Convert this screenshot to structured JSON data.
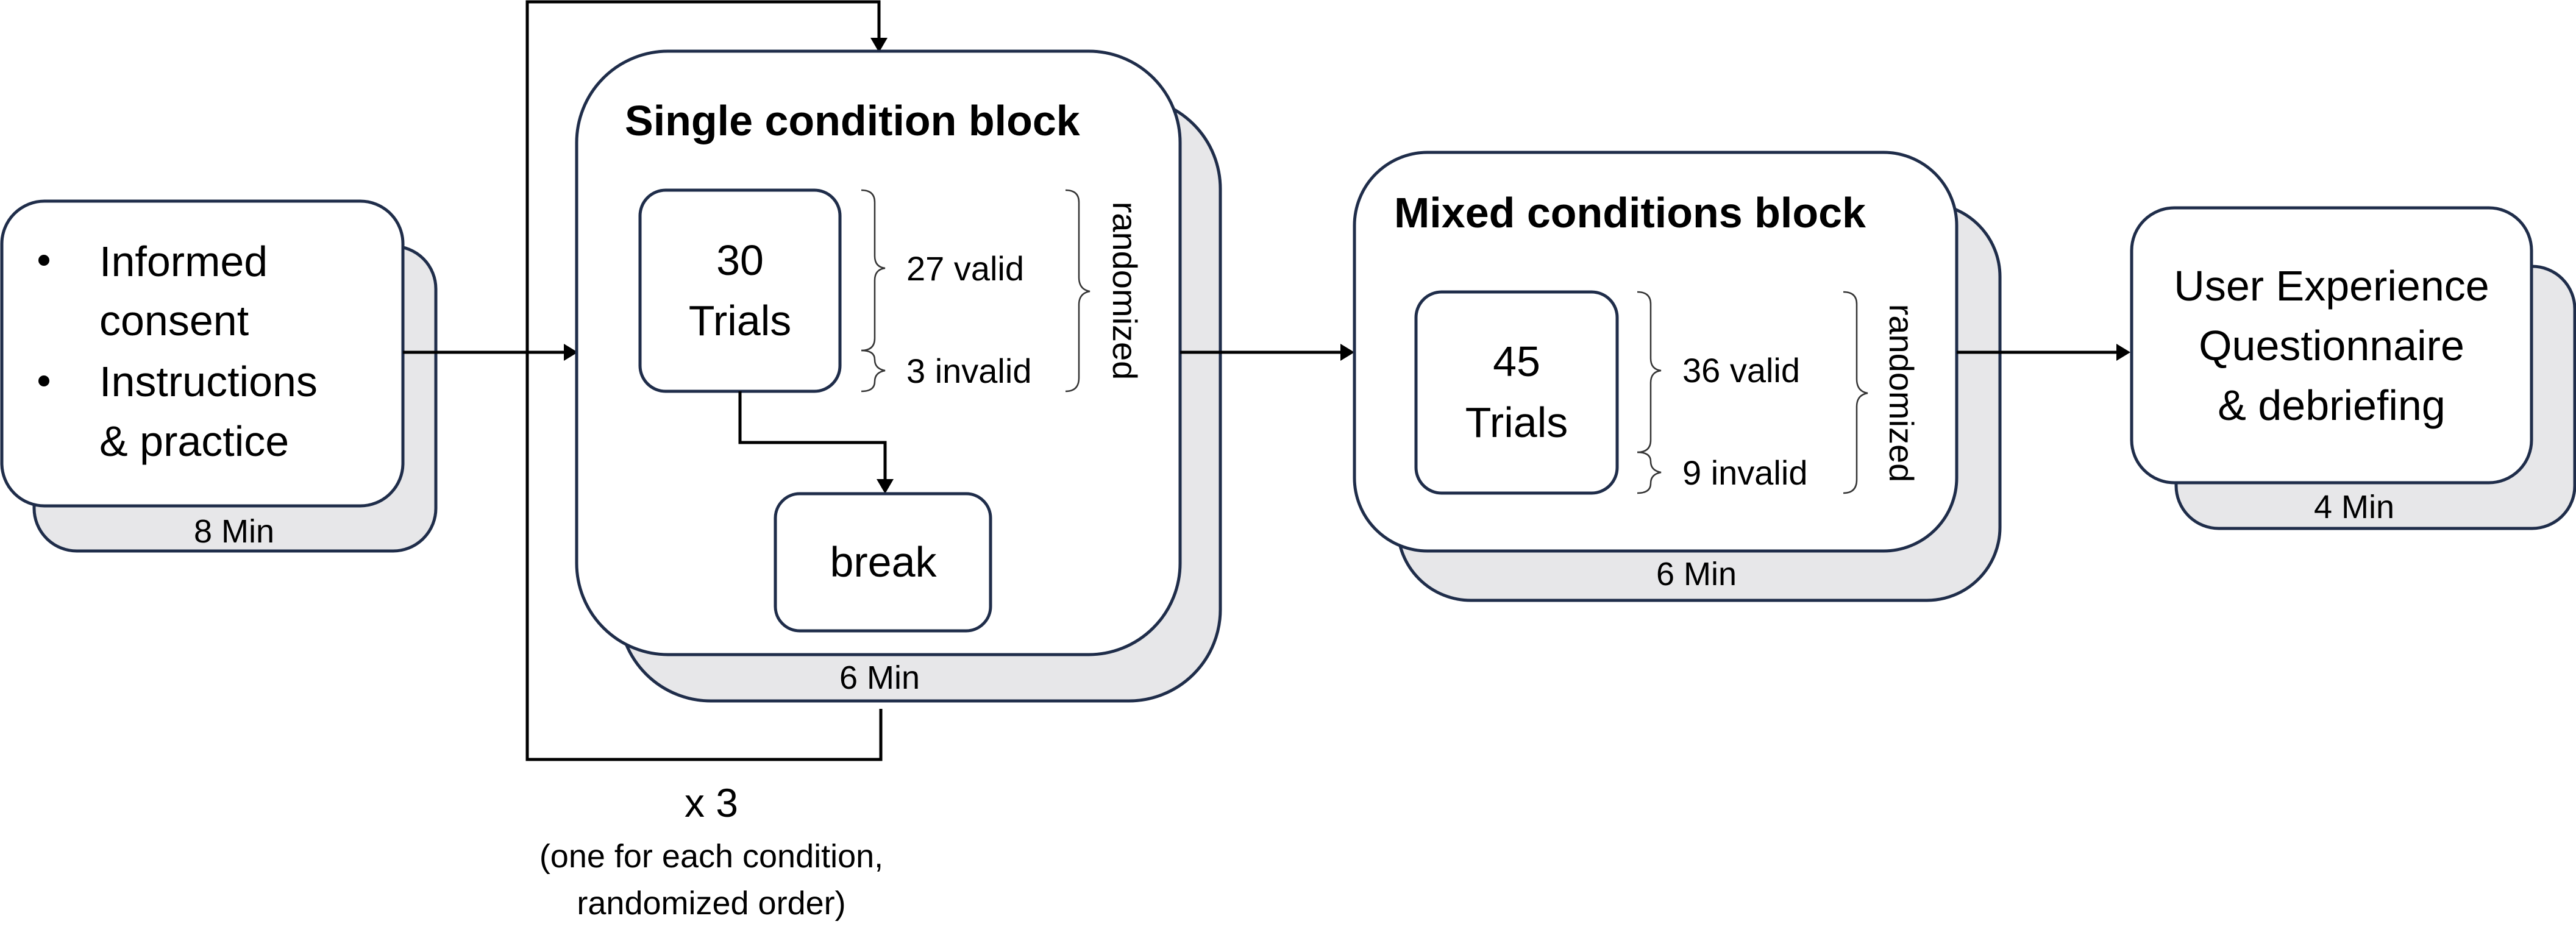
{
  "start": {
    "bullets": [
      "Informed consent",
      "Instructions & practice"
    ],
    "bullet_lines": [
      [
        "Informed",
        "consent"
      ],
      [
        "Instructions",
        "& practice"
      ]
    ],
    "duration": "8 Min"
  },
  "single_block": {
    "title": "Single condition block",
    "trials_count": "30",
    "trials_label": "Trials",
    "valid": "27 valid",
    "invalid": "3 invalid",
    "randomized": "randomized",
    "break_label": "break",
    "duration": "6 Min",
    "repeat": "x 3",
    "repeat_note_line1": "(one for each condition,",
    "repeat_note_line2": "randomized order)"
  },
  "mixed_block": {
    "title": "Mixed conditions block",
    "trials_count": "45",
    "trials_label": "Trials",
    "valid": "36 valid",
    "invalid": "9 invalid",
    "randomized": "randomized",
    "duration": "6 Min"
  },
  "end": {
    "lines": [
      "User Experience",
      "Questionnaire",
      "& debriefing"
    ],
    "duration": "4 Min"
  },
  "colors": {
    "stroke": "#1f2d4a",
    "shadow_fill": "#e7e7e9",
    "arrow": "#000000"
  }
}
